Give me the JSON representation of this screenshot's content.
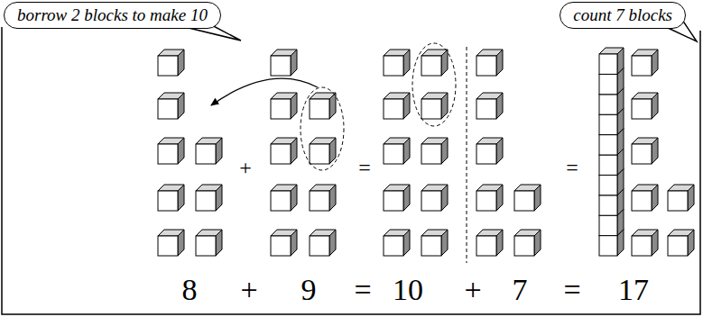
{
  "diagram": {
    "nodes": [
      {
        "text": [
          "borrow 2 blocks to make 10"
        ]
      },
      {
        "text": [
          "count 7 blocks"
        ]
      }
    ],
    "labels": [
      "+",
      "=",
      "=",
      "8",
      "+",
      "9",
      "=",
      "10",
      "+",
      "7",
      "=",
      "17"
    ]
  }
}
